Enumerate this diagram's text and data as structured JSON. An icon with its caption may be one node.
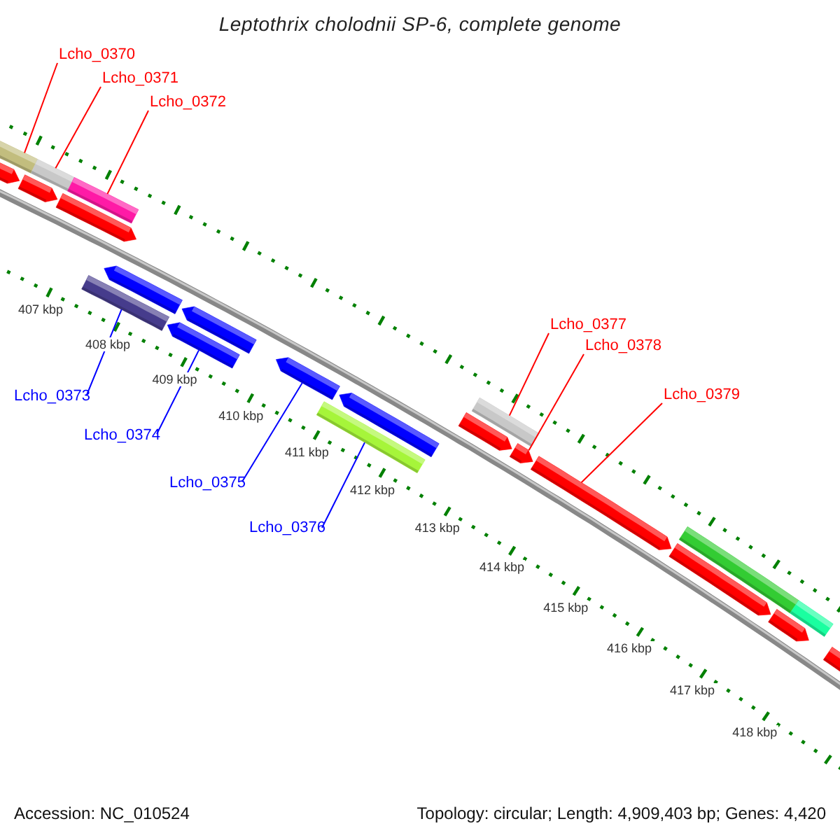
{
  "diagram": {
    "title": "Leptothrix cholodnii SP-6, complete genome",
    "nodes": [
      {
        "text": [
          "Lcho_0370"
        ]
      },
      {
        "text": [
          "Lcho_0371"
        ]
      },
      {
        "text": [
          "Lcho_0372"
        ]
      },
      {
        "text": [
          "Lcho_0373"
        ]
      },
      {
        "text": [
          "Lcho_0374"
        ]
      },
      {
        "text": [
          "Lcho_0375"
        ]
      },
      {
        "text": [
          "Lcho_0376"
        ]
      },
      {
        "text": [
          "Lcho_0377"
        ]
      },
      {
        "text": [
          "Lcho_0378"
        ]
      },
      {
        "text": [
          "Lcho_0379"
        ]
      },
      {
        "text": [],
        "shape": "bar"
      },
      {
        "text": [],
        "shape": "bar"
      },
      {
        "text": [],
        "shape": "bar"
      },
      {
        "text": [],
        "shape": "bar"
      },
      {
        "text": [],
        "shape": "arrow"
      },
      {
        "text": [],
        "shape": "arrow"
      },
      {
        "text": [],
        "shape": "bar"
      },
      {
        "text": [],
        "shape": "bar"
      },
      {
        "text": [],
        "shape": "arrow"
      },
      {
        "text": [],
        "shape": "arrow"
      }
    ],
    "edges": [
      {
        "from": 0,
        "to": 10,
        "arrow": "none"
      },
      {
        "from": 1,
        "to": 11,
        "arrow": "none"
      },
      {
        "from": 2,
        "to": 12,
        "arrow": "none"
      },
      {
        "from": 3,
        "to": 13,
        "arrow": "none",
        "color": "#0000ff"
      },
      {
        "from": 4,
        "to": 14,
        "arrow": "none",
        "color": "#0000ff"
      },
      {
        "from": 5,
        "to": 15,
        "arrow": "none",
        "color": "#0000ff"
      },
      {
        "from": 6,
        "to": 16,
        "arrow": "none",
        "color": "#0000ff"
      },
      {
        "from": 7,
        "to": 17,
        "arrow": "none"
      },
      {
        "from": 8,
        "to": 18,
        "arrow": "none"
      },
      {
        "from": 9,
        "to": 19,
        "arrow": "none"
      }
    ],
    "labels": [
      "407 kbp",
      "408 kbp",
      "409 kbp",
      "410 kbp",
      "411 kbp",
      "412 kbp",
      "413 kbp",
      "414 kbp",
      "415 kbp",
      "416 kbp",
      "417 kbp",
      "418 kbp",
      "Accession: NC_010524",
      "Topology: circular; Length: 4,909,403 bp; Genes: 4,420"
    ]
  }
}
